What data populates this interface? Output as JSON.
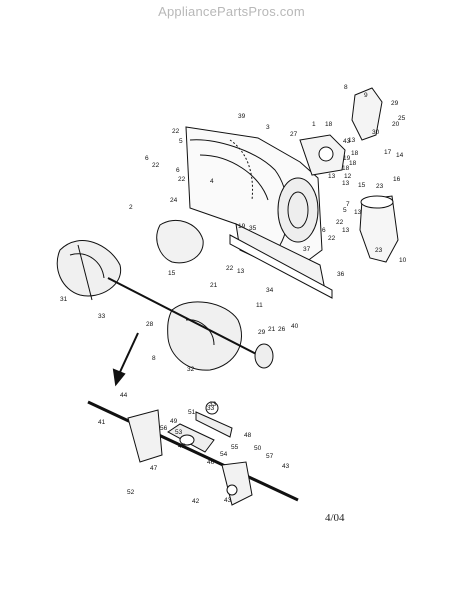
{
  "watermark": "AppliancePartsPros.com",
  "diagram": {
    "date_code": "4/04",
    "inset_callout": "33",
    "part_callouts": [
      "8",
      "9",
      "29",
      "25",
      "20",
      "30",
      "17",
      "14",
      "39",
      "3",
      "27",
      "18",
      "43",
      "1",
      "13",
      "18",
      "19",
      "18",
      "18",
      "12",
      "13",
      "15",
      "22",
      "5",
      "6",
      "22",
      "6",
      "22",
      "4",
      "13",
      "23",
      "5",
      "13",
      "7",
      "22",
      "13",
      "6",
      "22",
      "23",
      "16",
      "2",
      "24",
      "19",
      "35",
      "37",
      "36",
      "10",
      "22",
      "13",
      "15",
      "34",
      "21",
      "11",
      "31",
      "33",
      "28",
      "29",
      "21",
      "26",
      "40",
      "8",
      "32",
      "44",
      "51",
      "49",
      "53",
      "56",
      "48",
      "45",
      "55",
      "54",
      "46",
      "41",
      "47",
      "50",
      "57",
      "43",
      "52",
      "42",
      "43",
      "33"
    ]
  }
}
